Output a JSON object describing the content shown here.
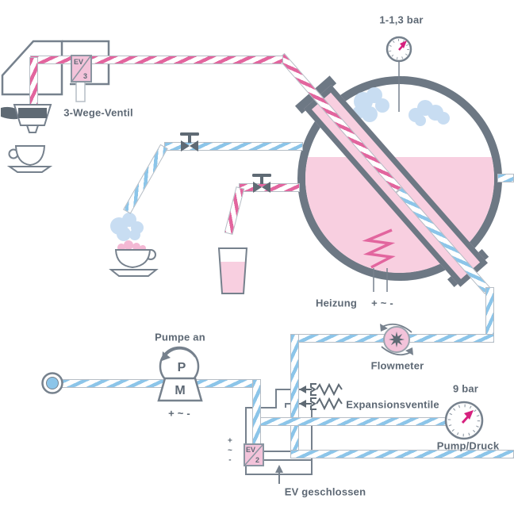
{
  "diagram": {
    "boiler_pressure_label": "1-1,3 bar",
    "three_way_valve_label": "3-Wege-Ventil",
    "heating_label": "Heizung",
    "heating_terminals": "+ ~  -",
    "pump_status_label": "Pumpe an",
    "pump_terminals": "+ ~ -",
    "pump_letter_p": "P",
    "pump_letter_m": "M",
    "flowmeter_label": "Flowmeter",
    "expansion_valves_label": "Expansionsventile",
    "pump_pressure_value": "9 bar",
    "pump_pressure_label": "Pump/Druck",
    "ev_closed_label": "EV geschlossen",
    "ev3": {
      "name": "EV",
      "number": "3"
    },
    "ev2": {
      "name": "EV",
      "number": "2"
    },
    "ev2_terminals": {
      "plus": "+",
      "ac": "~",
      "minus": "-"
    }
  },
  "colors": {
    "pipe_hot_pink": "#e2659e",
    "pipe_cold_blue": "#8cc5e9",
    "boiler_water_pink": "#f8cfe0",
    "steam_cloud_blue": "#c8ddf2",
    "outline_gray": "#76818d",
    "boiler_ring_gray": "#6d7884",
    "dark_gray": "#5f6a74",
    "text_gray": "#5d6874",
    "gauge_needle_pink": "#d6217e",
    "ev_box_fill": "#f3c3da"
  }
}
